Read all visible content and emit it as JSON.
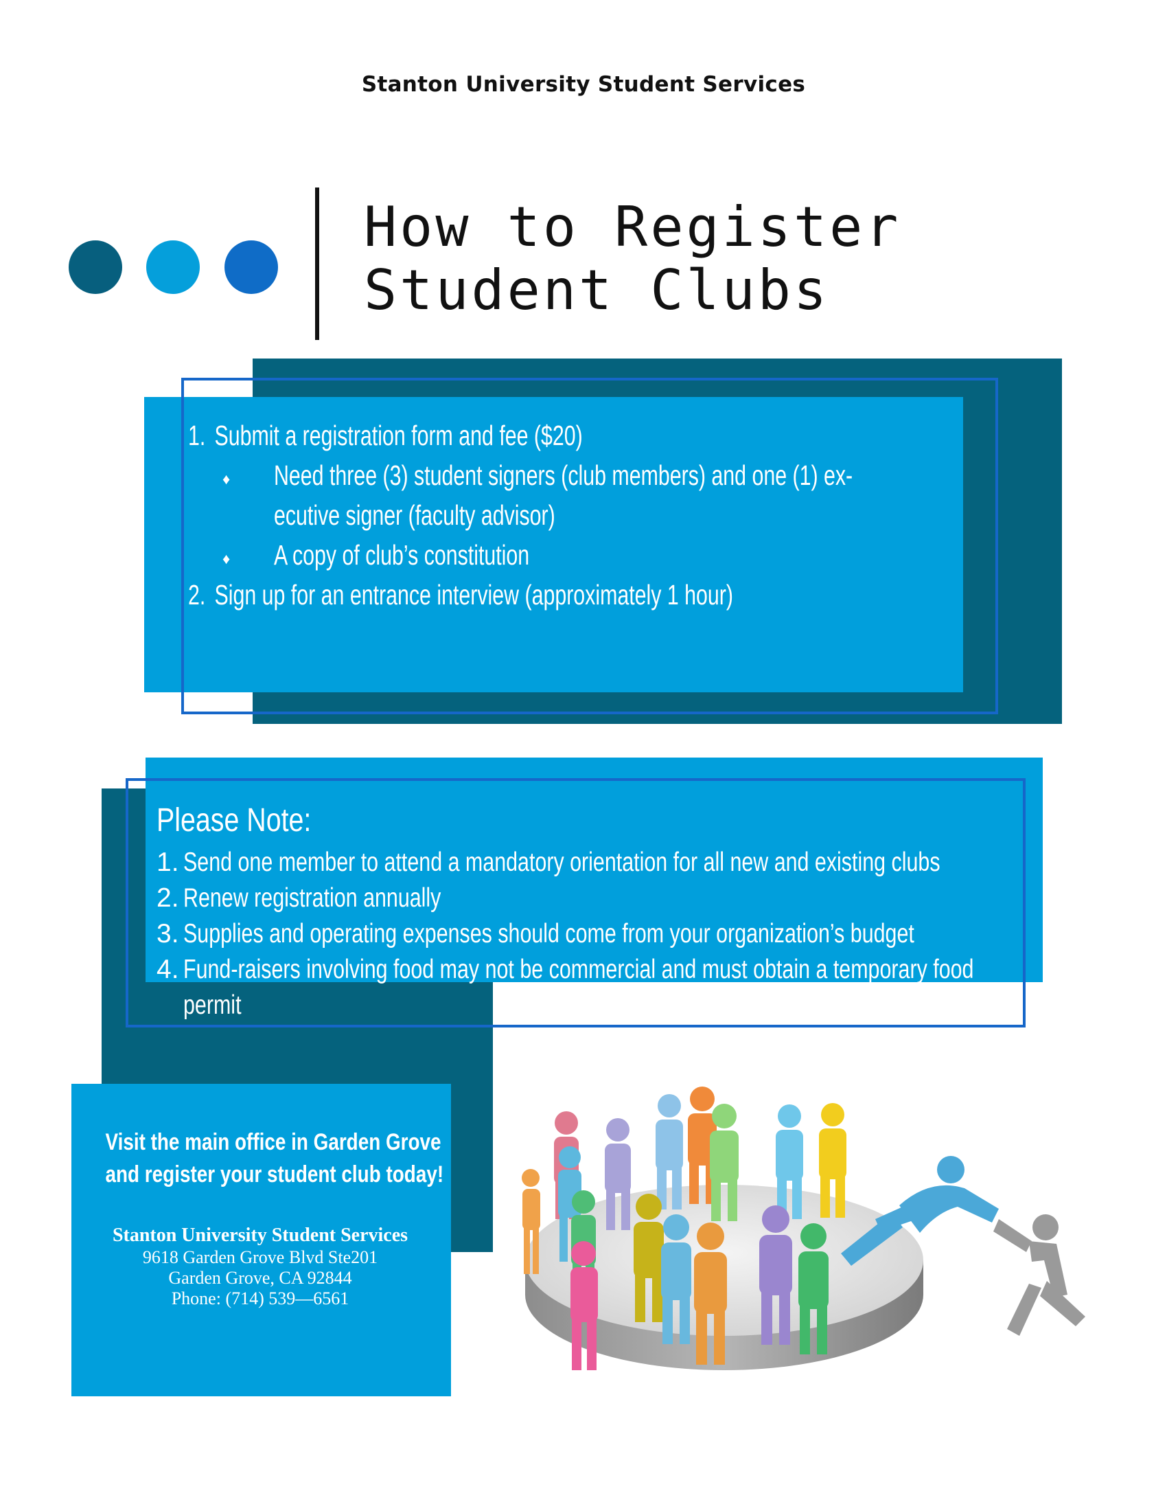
{
  "header": {
    "org": "Stanton University Student Services"
  },
  "title": {
    "line1": "How to Register",
    "line2": "Student Clubs"
  },
  "steps": {
    "item1": {
      "num": "1.",
      "text": "Submit a registration form and fee ($20)"
    },
    "sub1": {
      "bullet": "♦",
      "line1": "Need three (3) student signers (club members) and one (1) ex-",
      "line2": "ecutive signer (faculty advisor)"
    },
    "sub2": {
      "bullet": "♦",
      "text": "A copy of club’s constitution"
    },
    "item2": {
      "num": "2.",
      "text": "Sign up for an entrance interview (approximately 1 hour)"
    }
  },
  "notes": {
    "heading": "Please Note:",
    "items": [
      {
        "num": "1.",
        "text": "Send one member to attend a mandatory orientation for all new and existing clubs"
      },
      {
        "num": "2.",
        "text": "Renew registration annually"
      },
      {
        "num": "3.",
        "text": "Supplies and operating expenses should come from your organization’s budget"
      },
      {
        "num": "4.",
        "line1": "Fund-raisers involving food may not be commercial and must obtain a temporary food",
        "line2": "permit"
      }
    ]
  },
  "visit": {
    "line1": "Visit the main office in Garden Grove",
    "line2": "and register your student club today!"
  },
  "address": {
    "org": "Stanton University Student Services",
    "street": "9618 Garden Grove Blvd Ste201",
    "city": "Garden Grove, CA 92844",
    "phone": "Phone: (714) 539—6561"
  },
  "colors": {
    "navy": "#05627d",
    "cyan": "#019fdc",
    "blue_outline": "#1667c9",
    "dot_dark": "#075f7e",
    "dot_mid": "#059fdb",
    "dot_blue": "#0f6cc7"
  },
  "illustration": {
    "icon": "people-crowd-helping-hand-icon"
  }
}
